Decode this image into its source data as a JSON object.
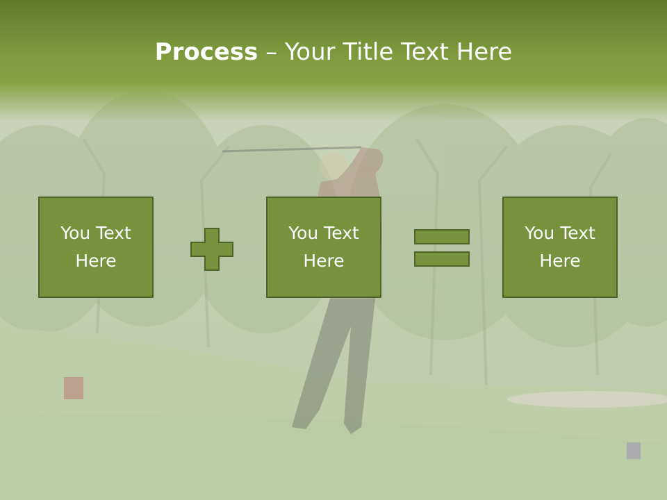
{
  "title": {
    "bold": "Process",
    "dash": " – ",
    "rest": "Your Title Text Here"
  },
  "boxes": [
    {
      "text": "You Text Here"
    },
    {
      "text": "You Text Here"
    },
    {
      "text": "You Text Here"
    }
  ],
  "colors": {
    "box_fill": "#76923c",
    "box_border": "#4f6228",
    "header": "#7e9a3d",
    "text": "#ffffff"
  },
  "icons": [
    "plus-icon",
    "equals-icon"
  ]
}
